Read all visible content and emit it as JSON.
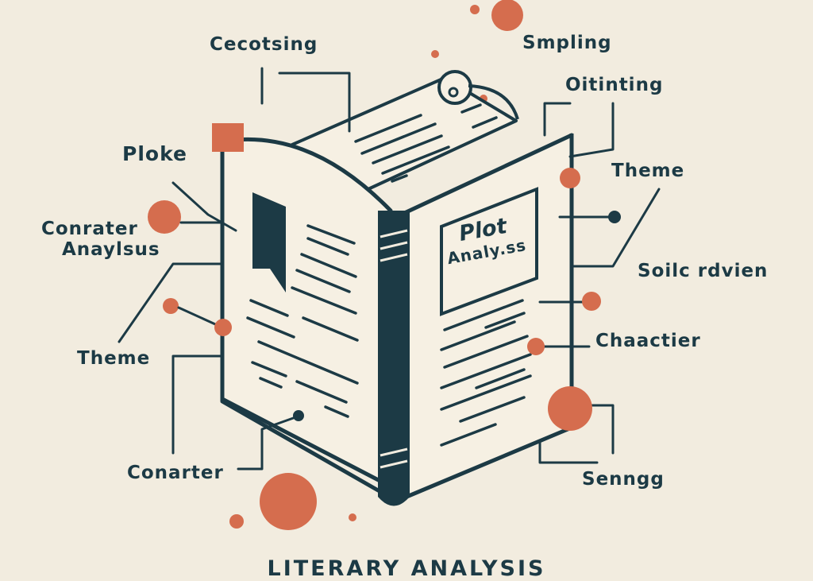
{
  "labels": {
    "cecotsing": "Cecotsing",
    "smpling": "Smpling",
    "oitinting": "Oitinting",
    "ploke": "Ploke",
    "theme_right": "Theme",
    "conrater_line1": "Conrater",
    "conrater_line2": "Anaylsus",
    "soilc_rdvien": "Soilc rdvien",
    "chaactier": "Chaactier",
    "theme_left": "Theme",
    "conarter": "Conarter",
    "senngg": "Senngg"
  },
  "book_cover": {
    "title_line1": "Plot",
    "title_line2": "Analy.ss"
  },
  "footer": {
    "title": "LITERARY ANALYSIS"
  },
  "colors": {
    "background": "#f2ecdf",
    "ink": "#1c3a45",
    "accent": "#d56d4e",
    "page": "#f6f0e3"
  }
}
